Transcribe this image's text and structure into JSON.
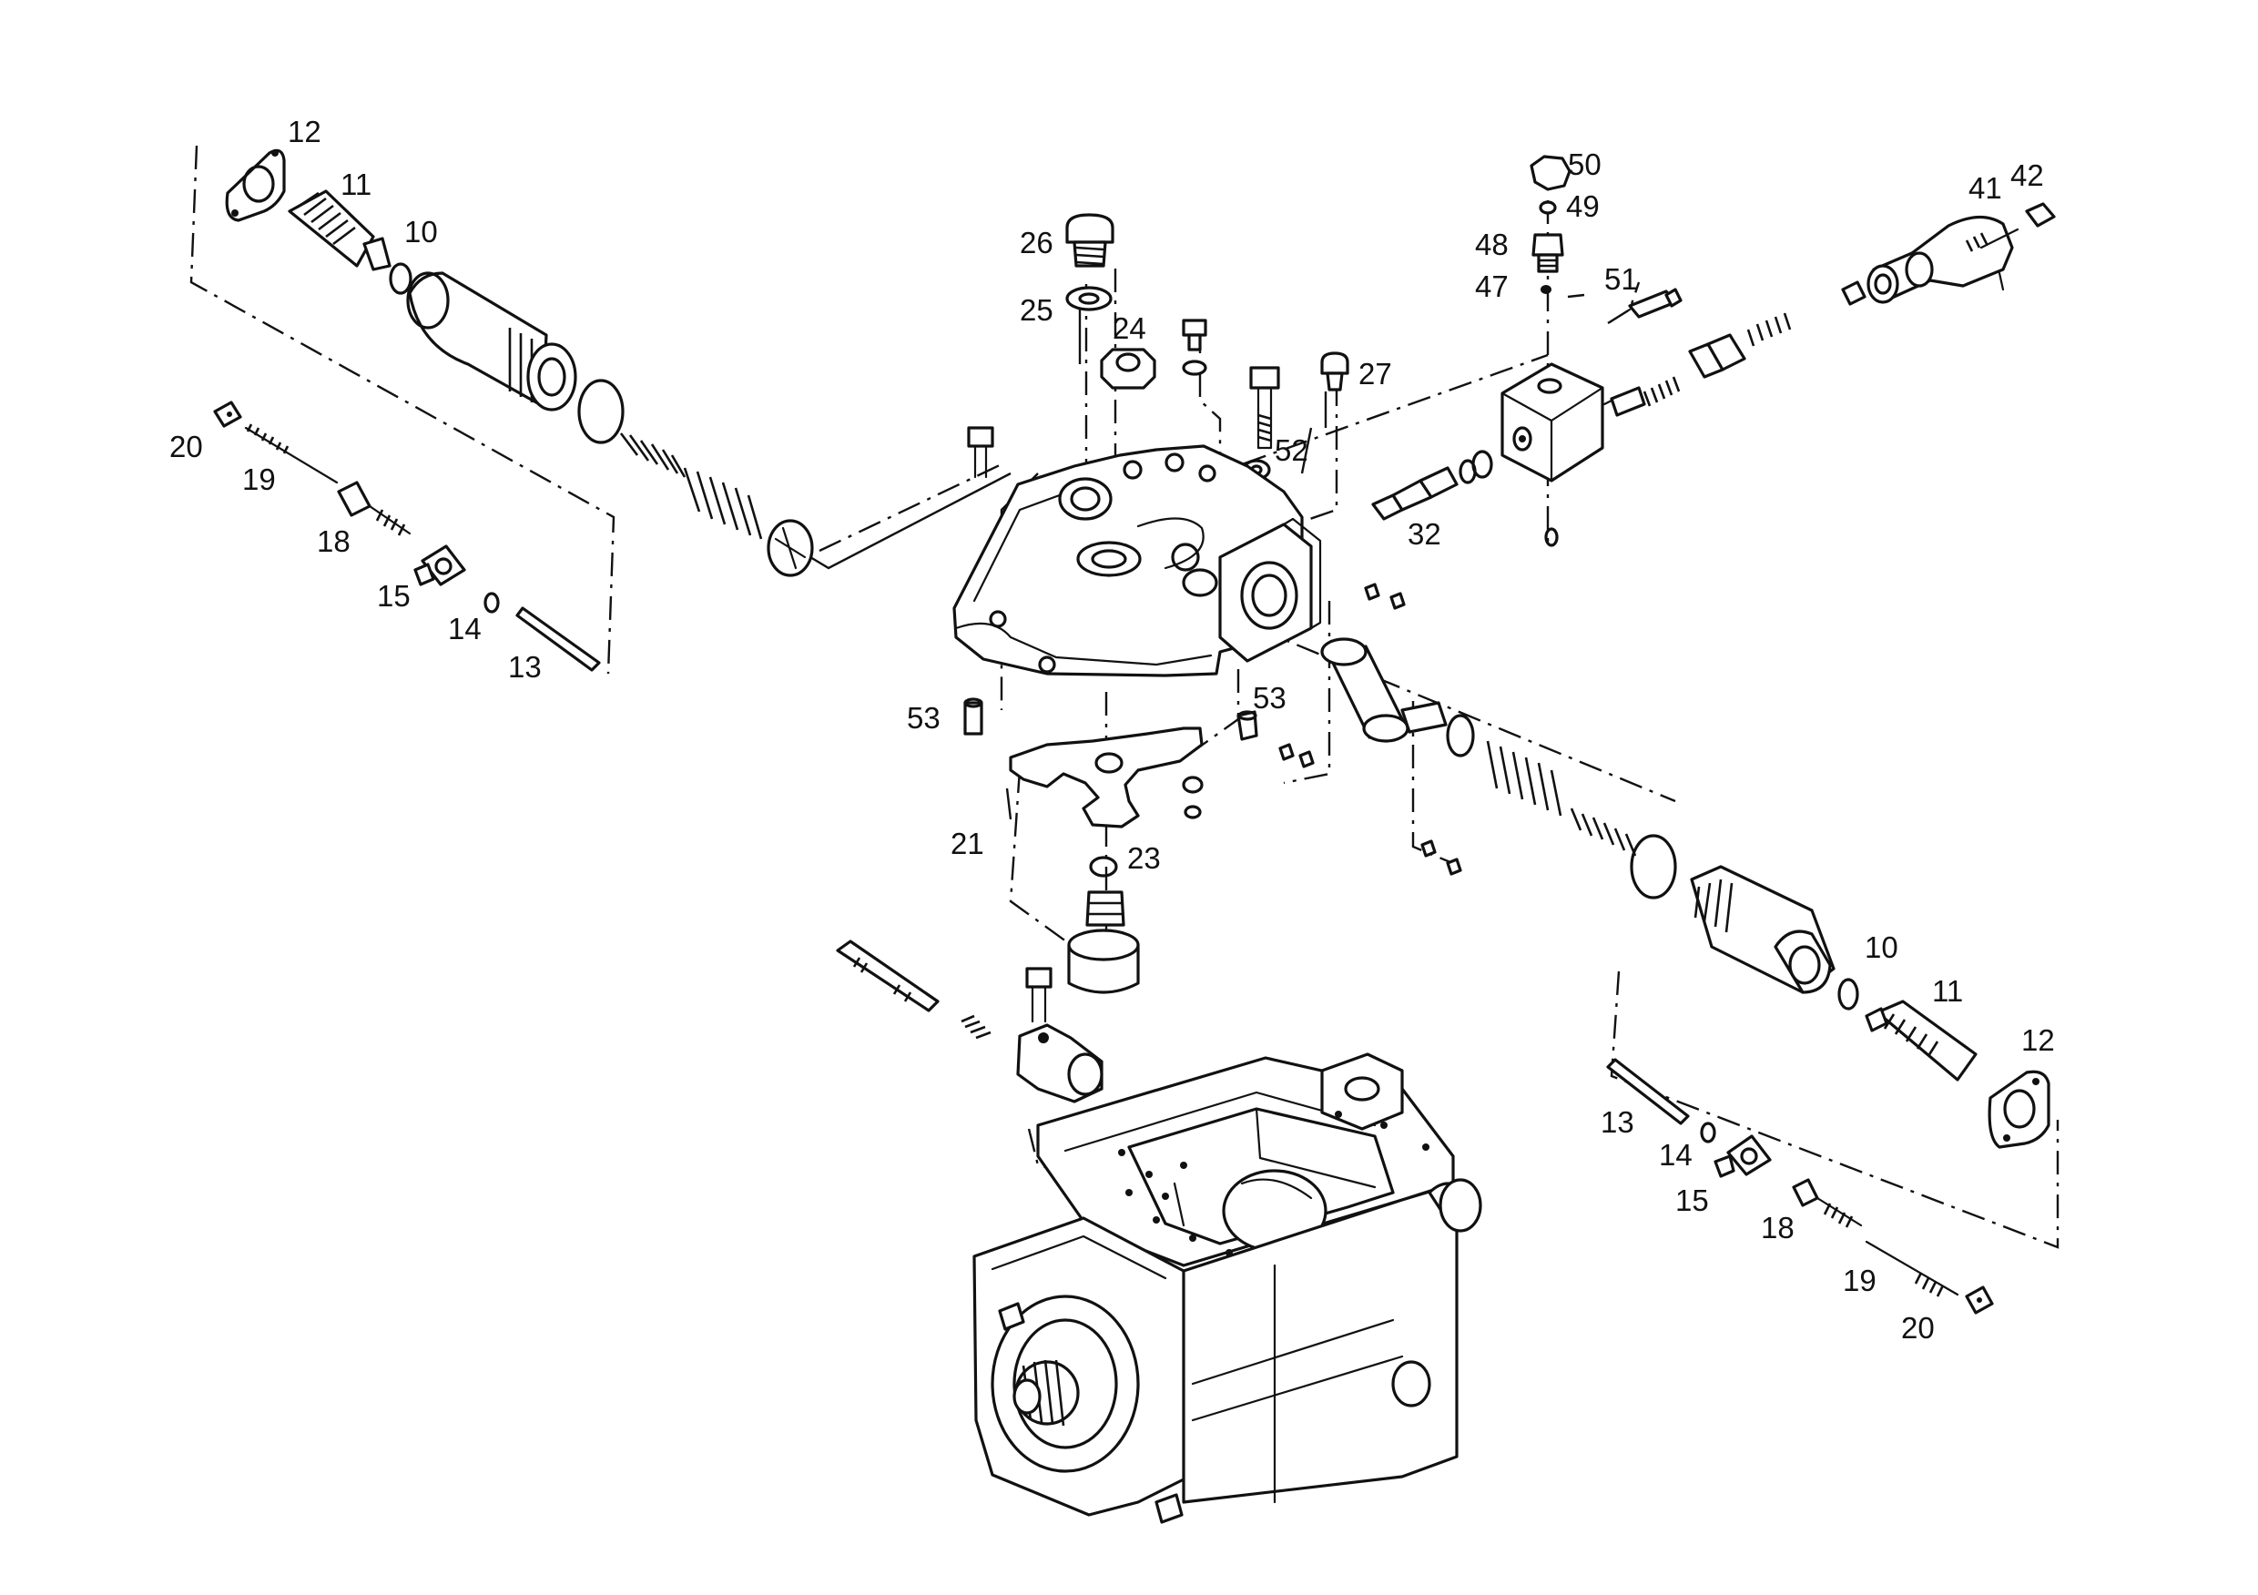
{
  "diagram": {
    "callouts": [
      "12",
      "11",
      "10",
      "20",
      "19",
      "18",
      "15",
      "14",
      "13",
      "26",
      "25",
      "24",
      "27",
      "52",
      "53",
      "21",
      "23",
      "50",
      "49",
      "48",
      "47",
      "51",
      "41",
      "42",
      "32"
    ]
  }
}
